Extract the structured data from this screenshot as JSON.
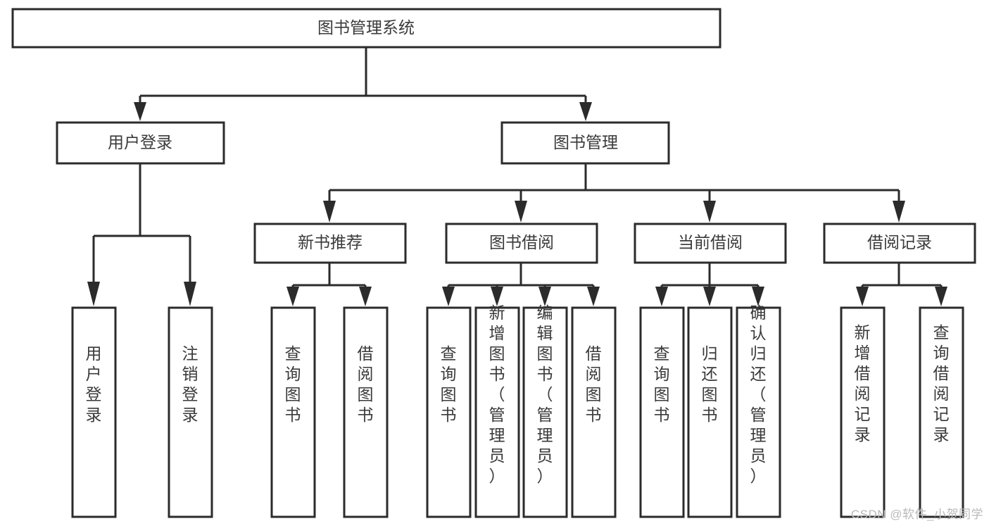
{
  "diagram": {
    "type": "tree",
    "title": "图书管理系统",
    "watermark": "CSDN @软件_小贺同学",
    "colors": {
      "background": "#ffffff",
      "box_fill": "#ffffff",
      "box_stroke": "#2b2b2b",
      "text": "#3a3a3a",
      "watermark": "#b9b9b9"
    },
    "nodes": {
      "root": {
        "label": "图书管理系统"
      },
      "level2": [
        {
          "id": "user-login",
          "label": "用户登录"
        },
        {
          "id": "book-management",
          "label": "图书管理"
        }
      ],
      "level3": [
        {
          "id": "new-book-recommend",
          "label": "新书推荐"
        },
        {
          "id": "book-borrow",
          "label": "图书借阅"
        },
        {
          "id": "current-borrow",
          "label": "当前借阅"
        },
        {
          "id": "borrow-record",
          "label": "借阅记录"
        }
      ],
      "leaves": {
        "user-login": [
          {
            "id": "user-login-leaf",
            "label": "用户登录"
          },
          {
            "id": "logout-leaf",
            "label": "注销登录"
          }
        ],
        "new-book-recommend": [
          {
            "id": "query-book-1",
            "label": "查询图书"
          },
          {
            "id": "borrow-book-1",
            "label": "借阅图书"
          }
        ],
        "book-borrow": [
          {
            "id": "query-book-2",
            "label": "查询图书"
          },
          {
            "id": "add-book",
            "label": "新增图书（管理员）"
          },
          {
            "id": "edit-book",
            "label": "编辑图书（管理员）"
          },
          {
            "id": "borrow-book-2",
            "label": "借阅图书"
          }
        ],
        "current-borrow": [
          {
            "id": "query-book-3",
            "label": "查询图书"
          },
          {
            "id": "return-book",
            "label": "归还图书"
          },
          {
            "id": "confirm-return",
            "label": "确认归还（管理员）"
          }
        ],
        "borrow-record": [
          {
            "id": "add-borrow-record",
            "label": "新增借阅记录"
          },
          {
            "id": "query-borrow-record",
            "label": "查询借阅记录"
          }
        ]
      }
    }
  }
}
